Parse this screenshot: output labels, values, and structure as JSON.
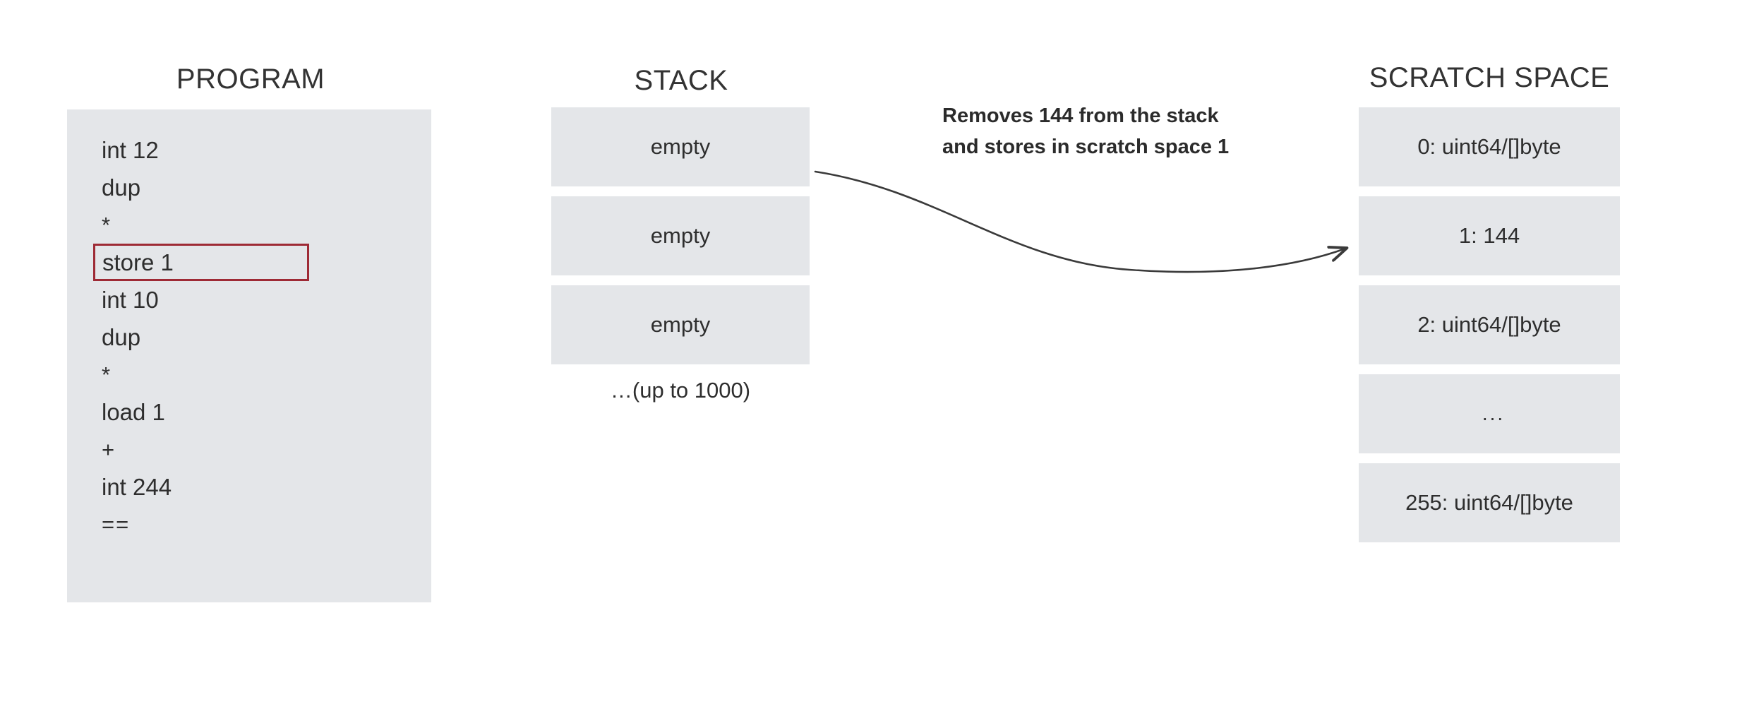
{
  "columns": {
    "program": {
      "title": "PROGRAM",
      "lines": [
        {
          "text": "int 12",
          "highlighted": false,
          "symbol": false
        },
        {
          "text": "dup",
          "highlighted": false,
          "symbol": false
        },
        {
          "text": "*",
          "highlighted": false,
          "symbol": true
        },
        {
          "text": "store 1",
          "highlighted": true,
          "symbol": false
        },
        {
          "text": "int 10",
          "highlighted": false,
          "symbol": false
        },
        {
          "text": "dup",
          "highlighted": false,
          "symbol": false
        },
        {
          "text": "*",
          "highlighted": false,
          "symbol": true
        },
        {
          "text": "load 1",
          "highlighted": false,
          "symbol": false
        },
        {
          "text": "+",
          "highlighted": false,
          "symbol": true
        },
        {
          "text": "int 244",
          "highlighted": false,
          "symbol": false
        },
        {
          "text": "==",
          "highlighted": false,
          "symbol": true
        }
      ]
    },
    "stack": {
      "title": "STACK",
      "slots": [
        {
          "text": "empty"
        },
        {
          "text": "empty"
        },
        {
          "text": "empty"
        }
      ],
      "overflow_note": "…(up to 1000)"
    },
    "scratch": {
      "title": "SCRATCH SPACE",
      "slots": [
        {
          "text": "0: uint64/[]byte"
        },
        {
          "text": "1: 144"
        },
        {
          "text": "2: uint64/[]byte"
        },
        {
          "text": "..."
        },
        {
          "text": "255: uint64/[]byte"
        }
      ]
    }
  },
  "annotation": {
    "line1": "Removes 144 from the stack",
    "line2": "and stores in scratch space 1"
  },
  "colors": {
    "slot_fill": "#e4e6e9",
    "panel_fill": "#e4e6e9",
    "highlight_border": "#9e2a35",
    "text": "#2e2e2e",
    "arrow": "#3a3a3a",
    "background": "#ffffff"
  }
}
